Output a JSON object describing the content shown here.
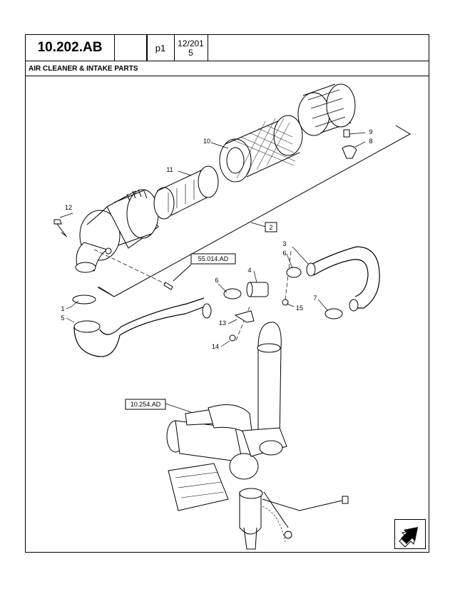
{
  "header": {
    "code": "10.202.AB",
    "page": "p1",
    "date_line1": "12/201",
    "date_line2": "5"
  },
  "section_title": "AIR CLEANER & INTAKE PARTS",
  "callouts": {
    "c1": "1",
    "c2": "2",
    "c3": "3",
    "c4": "4",
    "c5": "5",
    "c6a": "6",
    "c6b": "6",
    "c7": "7",
    "c8": "8",
    "c9": "9",
    "c10": "10",
    "c11": "11",
    "c12": "12",
    "c13": "13",
    "c14": "14",
    "c15": "15"
  },
  "references": {
    "ref1": "55.014.AD",
    "ref2": "10.254.AD"
  },
  "icons": {
    "nav": "next-page-arrow-icon"
  }
}
